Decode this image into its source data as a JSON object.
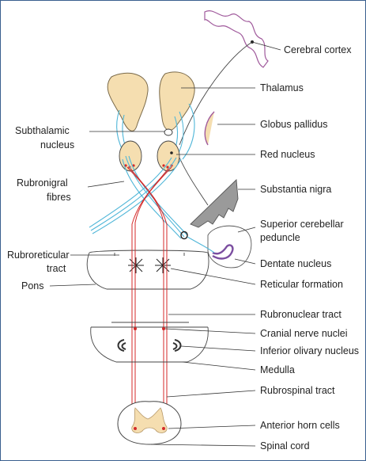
{
  "labels": {
    "cerebral_cortex": "Cerebral cortex",
    "thalamus": "Thalamus",
    "globus_pallidus": "Globus pallidus",
    "subthalamic_1": "Subthalamic",
    "subthalamic_2": "nucleus",
    "red_nucleus": "Red nucleus",
    "rubronigral_1": "Rubronigral",
    "rubronigral_2": "fibres",
    "substantia_nigra": "Substantia nigra",
    "scp_1": "Superior cerebellar",
    "scp_2": "peduncle",
    "rubroreticular_1": "Rubroreticular",
    "rubroreticular_2": "tract",
    "dentate_nucleus": "Dentate nucleus",
    "pons": "Pons",
    "reticular_formation": "Reticular formation",
    "rubronuclear_tract": "Rubronuclear tract",
    "cranial_nerve_nuclei": "Cranial nerve nuclei",
    "inferior_olivary_nucleus": "Inferior olivary nucleus",
    "medulla": "Medulla",
    "rubrospinal_tract": "Rubrospinal tract",
    "anterior_horn_cells": "Anterior horn cells",
    "spinal_cord": "Spinal cord"
  },
  "colors": {
    "thalamus_fill": "#f5deb0",
    "red_tract": "#d42a2a",
    "blue_fibres": "#4fb6d8",
    "dentate_purple": "#7b4ea0",
    "cortex_pink": "#c9a8c8",
    "nigra_gray": "#9a9a9a"
  }
}
